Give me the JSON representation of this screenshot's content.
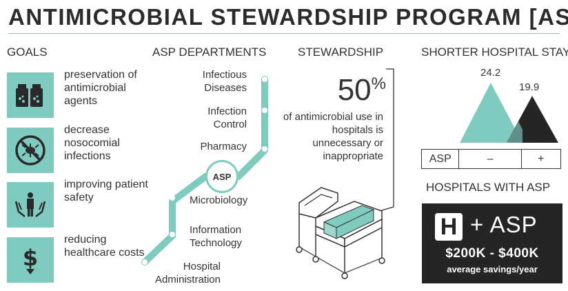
{
  "title": "ANTIMICROBIAL STEWARDSHIP PROGRAM  [ASP]",
  "colors": {
    "accent": "#7fcbbf",
    "dark": "#252525",
    "text": "#2b2b2b"
  },
  "goals": {
    "heading": "GOALS",
    "items": [
      {
        "icon": "medicine-bottles-icon",
        "text": "preservation of antimicrobial agents"
      },
      {
        "icon": "no-bacteria-icon",
        "text": "decrease nosocomial infections"
      },
      {
        "icon": "patient-in-hands-icon",
        "text": "improving patient safety"
      },
      {
        "icon": "dollar-down-icon",
        "text": "reducing healthcare costs"
      }
    ]
  },
  "departments": {
    "heading": "ASP DEPARTMENTS",
    "center": "ASP",
    "items": [
      "Infectious Diseases",
      "Infection Control",
      "Pharmacy",
      "Microbiology",
      "Information Technology",
      "Hospital Administration"
    ]
  },
  "stewardship": {
    "heading": "STEWARDSHIP",
    "value": "50",
    "unit": "%",
    "text": "of antimicrobial use in hospitals is unnecessary or inappropriate",
    "icon": "hospital-bed-icon"
  },
  "stay": {
    "heading": "SHORTER HOSPITAL STAY",
    "without_value": "24.2",
    "with_value": "19.9",
    "table": {
      "label": "ASP",
      "minus": "–",
      "plus": "+"
    }
  },
  "hospitals": {
    "heading": "HOSPITALS WITH ASP",
    "h_letter": "H",
    "plus_asp": "+ ASP",
    "savings": "$200K - $400K",
    "savings_sub": "average savings/year"
  }
}
